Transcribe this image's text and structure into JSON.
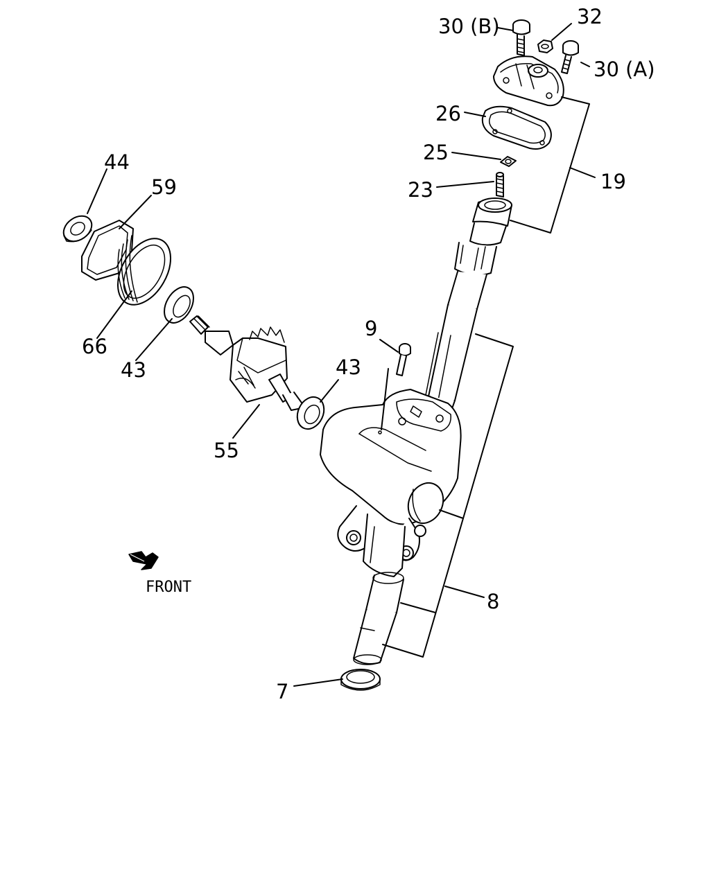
{
  "callouts": {
    "c30b": "30 (B)",
    "c32": "32",
    "c30a": "30 (A)",
    "c26": "26",
    "c25": "25",
    "c23": "23",
    "c19": "19",
    "c44": "44",
    "c59": "59",
    "c66": "66",
    "c43_left": "43",
    "c43_right": "43",
    "c9": "9",
    "c55": "55",
    "c8": "8",
    "c7": "7"
  },
  "orientation": {
    "front_label": "FRONT",
    "arrow_icon": "front-arrow-icon"
  },
  "colors": {
    "line": "#000000",
    "background": "#ffffff"
  }
}
